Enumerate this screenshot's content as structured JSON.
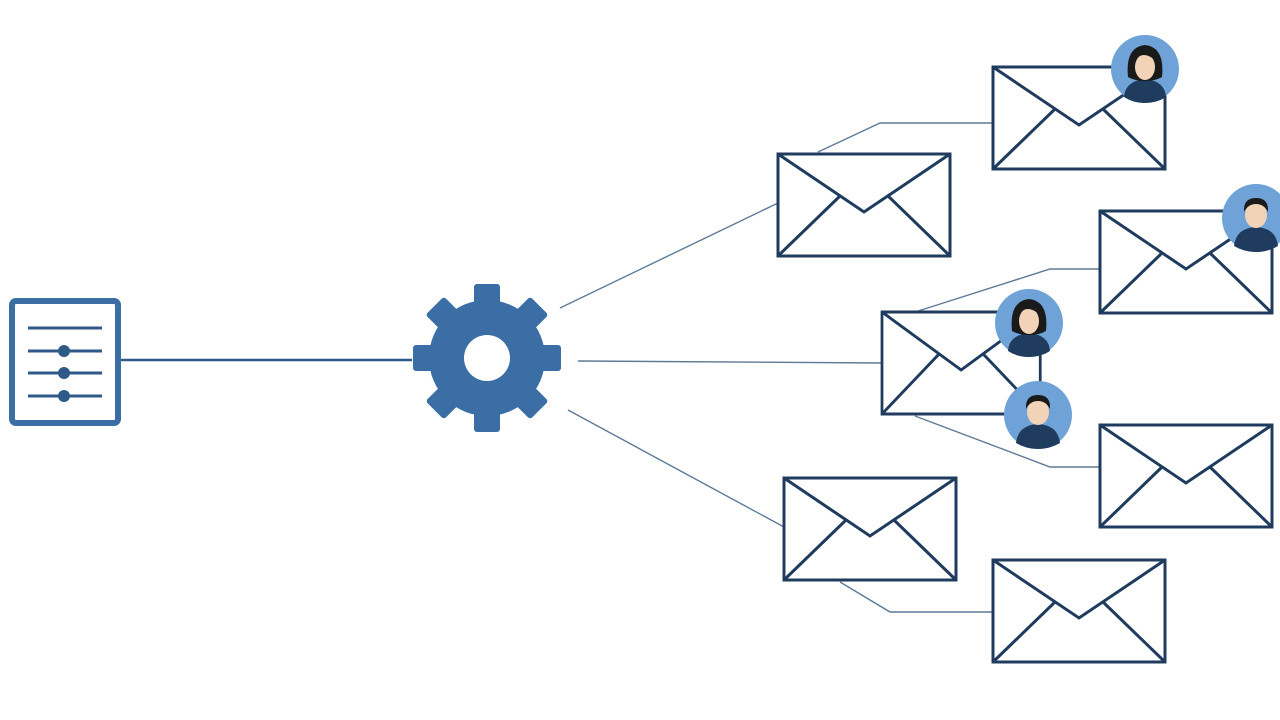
{
  "colors": {
    "primary_blue": "#3a6ea5",
    "dark_navy": "#1f3b5e",
    "line_gray": "#5f7a96",
    "avatar_bg": "#6fa3d8",
    "skin": "#f2d3b8",
    "hair": "#1a1a1a",
    "background": "#ffffff"
  },
  "nodes": {
    "source": {
      "icon": "settings-list-icon"
    },
    "processor": {
      "icon": "gear-icon"
    },
    "emails": [
      {
        "id": "email-1",
        "icon": "envelope-icon",
        "avatar": "female-avatar-icon"
      },
      {
        "id": "email-2",
        "icon": "envelope-icon",
        "avatar": null
      },
      {
        "id": "email-3",
        "icon": "envelope-icon",
        "avatar": "male-avatar-icon"
      },
      {
        "id": "email-4",
        "icon": "envelope-icon",
        "avatar": "female-avatar-icon"
      },
      {
        "id": "email-5",
        "icon": "envelope-icon",
        "avatar": "male-avatar-icon"
      },
      {
        "id": "email-6",
        "icon": "envelope-icon",
        "avatar": null
      },
      {
        "id": "email-7",
        "icon": "envelope-icon",
        "avatar": null
      },
      {
        "id": "email-8",
        "icon": "envelope-icon",
        "avatar": null
      }
    ]
  }
}
